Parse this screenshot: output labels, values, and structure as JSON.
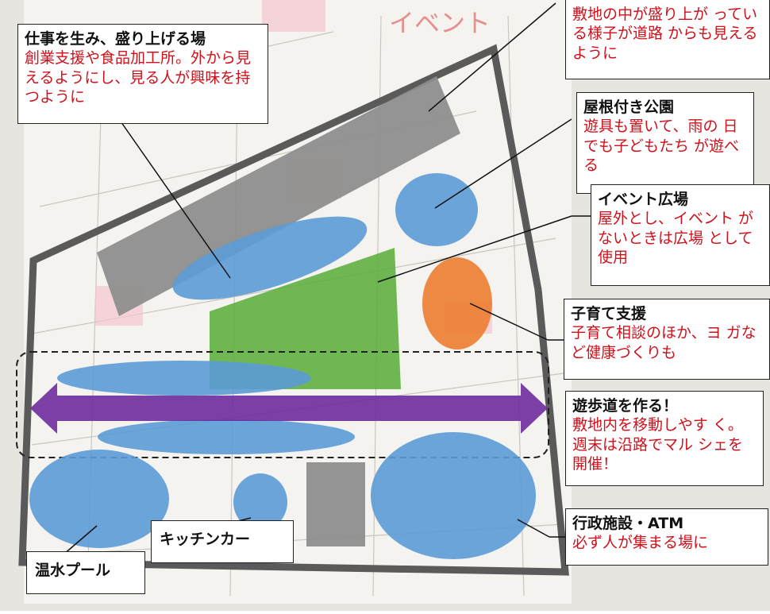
{
  "callouts": {
    "work": {
      "title": "仕事を生み、盛り上げる場",
      "desc": "創業支援や食品加工所。外から見えるようにし、見る人が興味を持つように"
    },
    "top_right": {
      "desc": "敷地の中が盛り上が っている様子が道路 からも見えるように"
    },
    "roof_park": {
      "title": "屋根付き公園",
      "desc": "遊具も置いて、雨の 日でも子どもたち が遊べる"
    },
    "event_plaza": {
      "title": "イベント広場",
      "desc": "屋外とし、イベント がないときは広場 として使用"
    },
    "childcare": {
      "title": "子育て支援",
      "desc": "子育て相談のほか、ヨ ガなど健康づくりも"
    },
    "promenade": {
      "title": "遊歩道を作る！",
      "desc": "敷地内を移動しやす く。週末は沿路でマル シェを開催！"
    },
    "admin": {
      "title": "行政施設・ATM",
      "desc": "必ず人が集まる場に"
    },
    "kitchen_car": {
      "title": "キッチンカー"
    },
    "pool": {
      "title": "温水プール"
    }
  },
  "colors": {
    "blue_zone": "#5b9bd5",
    "gray_building": "#8c8c8c",
    "green_plaza": "#5cae3c",
    "orange_zone": "#ed7d31",
    "purple_arrow": "#7030a0",
    "annotation_red": "#d0101a"
  }
}
